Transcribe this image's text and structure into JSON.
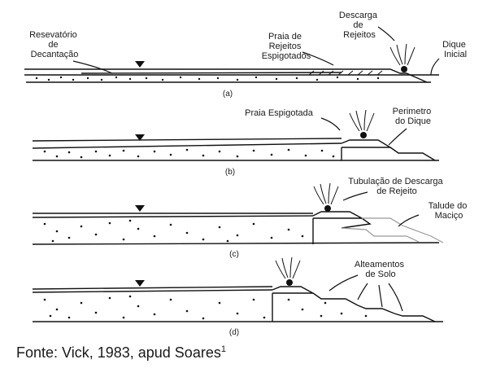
{
  "panels": [
    {
      "tag": "(a)",
      "labels": [
        [
          "Resevatório",
          "de",
          "Decantação"
        ],
        [
          "Praia de",
          "Rejeitos",
          "Espigotados"
        ],
        [
          "Descarga",
          "de",
          "Rejeitos"
        ],
        [
          "Dique",
          "Inicial"
        ]
      ]
    },
    {
      "tag": "(b)",
      "labels": [
        [
          "Praia Espigotada"
        ],
        [
          "Perimetro",
          "do Dique"
        ]
      ]
    },
    {
      "tag": "(c)",
      "labels": [
        [
          "Tubulação de Descarga",
          "de Rejeito"
        ],
        [
          "Talude do",
          "Maciço"
        ]
      ]
    },
    {
      "tag": "(d)",
      "labels": [
        [
          "Alteamentos",
          "de Solo"
        ]
      ]
    }
  ],
  "caption": {
    "text": "Fonte: Vick, 1983, apud Soares",
    "superscript": "1"
  }
}
